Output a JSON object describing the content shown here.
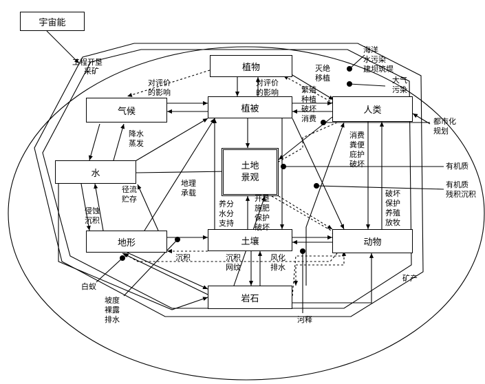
{
  "nodes": {
    "universe_energy": "宇宙能",
    "plants": "植物",
    "climate": "气候",
    "vegetation": "植被",
    "humans": "人类",
    "water": "水",
    "landscape": "土地\n景观",
    "landform": "地形",
    "soil": "土壤",
    "animals": "动物",
    "rock": "岩石"
  },
  "labels": {
    "engineering": "工程开垦",
    "mining_top": "采矿",
    "eval_left": "对评价\n的影响",
    "eval_right": "对评价\n的影响",
    "extinction": "灭绝\n移植",
    "ocean_pollution": "海洋\n水污染\n建坝筑堤",
    "air_pollution": "大气\n污染",
    "breeding": "繁殖\n种植\n破坏\n消费",
    "urbanization": "都市化\n规划",
    "precipitation": "降水\n蒸发",
    "consume": "消费\n粪便\n庇护\n破坏",
    "organic": "有机质",
    "organic_residue": "有机质\n残积沉积",
    "runoff": "径流\n贮存",
    "geo_bearing": "地理\n承载",
    "nutrients": "养分\n水分\n支持",
    "reclaim": "开垦\n施肥\n保护\n破坏",
    "destroy": "破坏\n保护\n养殖\n放牧",
    "erosion": "侵蚀\n沉积",
    "termite": "白蚁",
    "deposition": "沉积",
    "sediment": "沉积\n网纹",
    "weathering": "风化\n排水",
    "mining_right": "矿产",
    "slope": "坡度\n裸露\n排水",
    "river": "河释"
  }
}
